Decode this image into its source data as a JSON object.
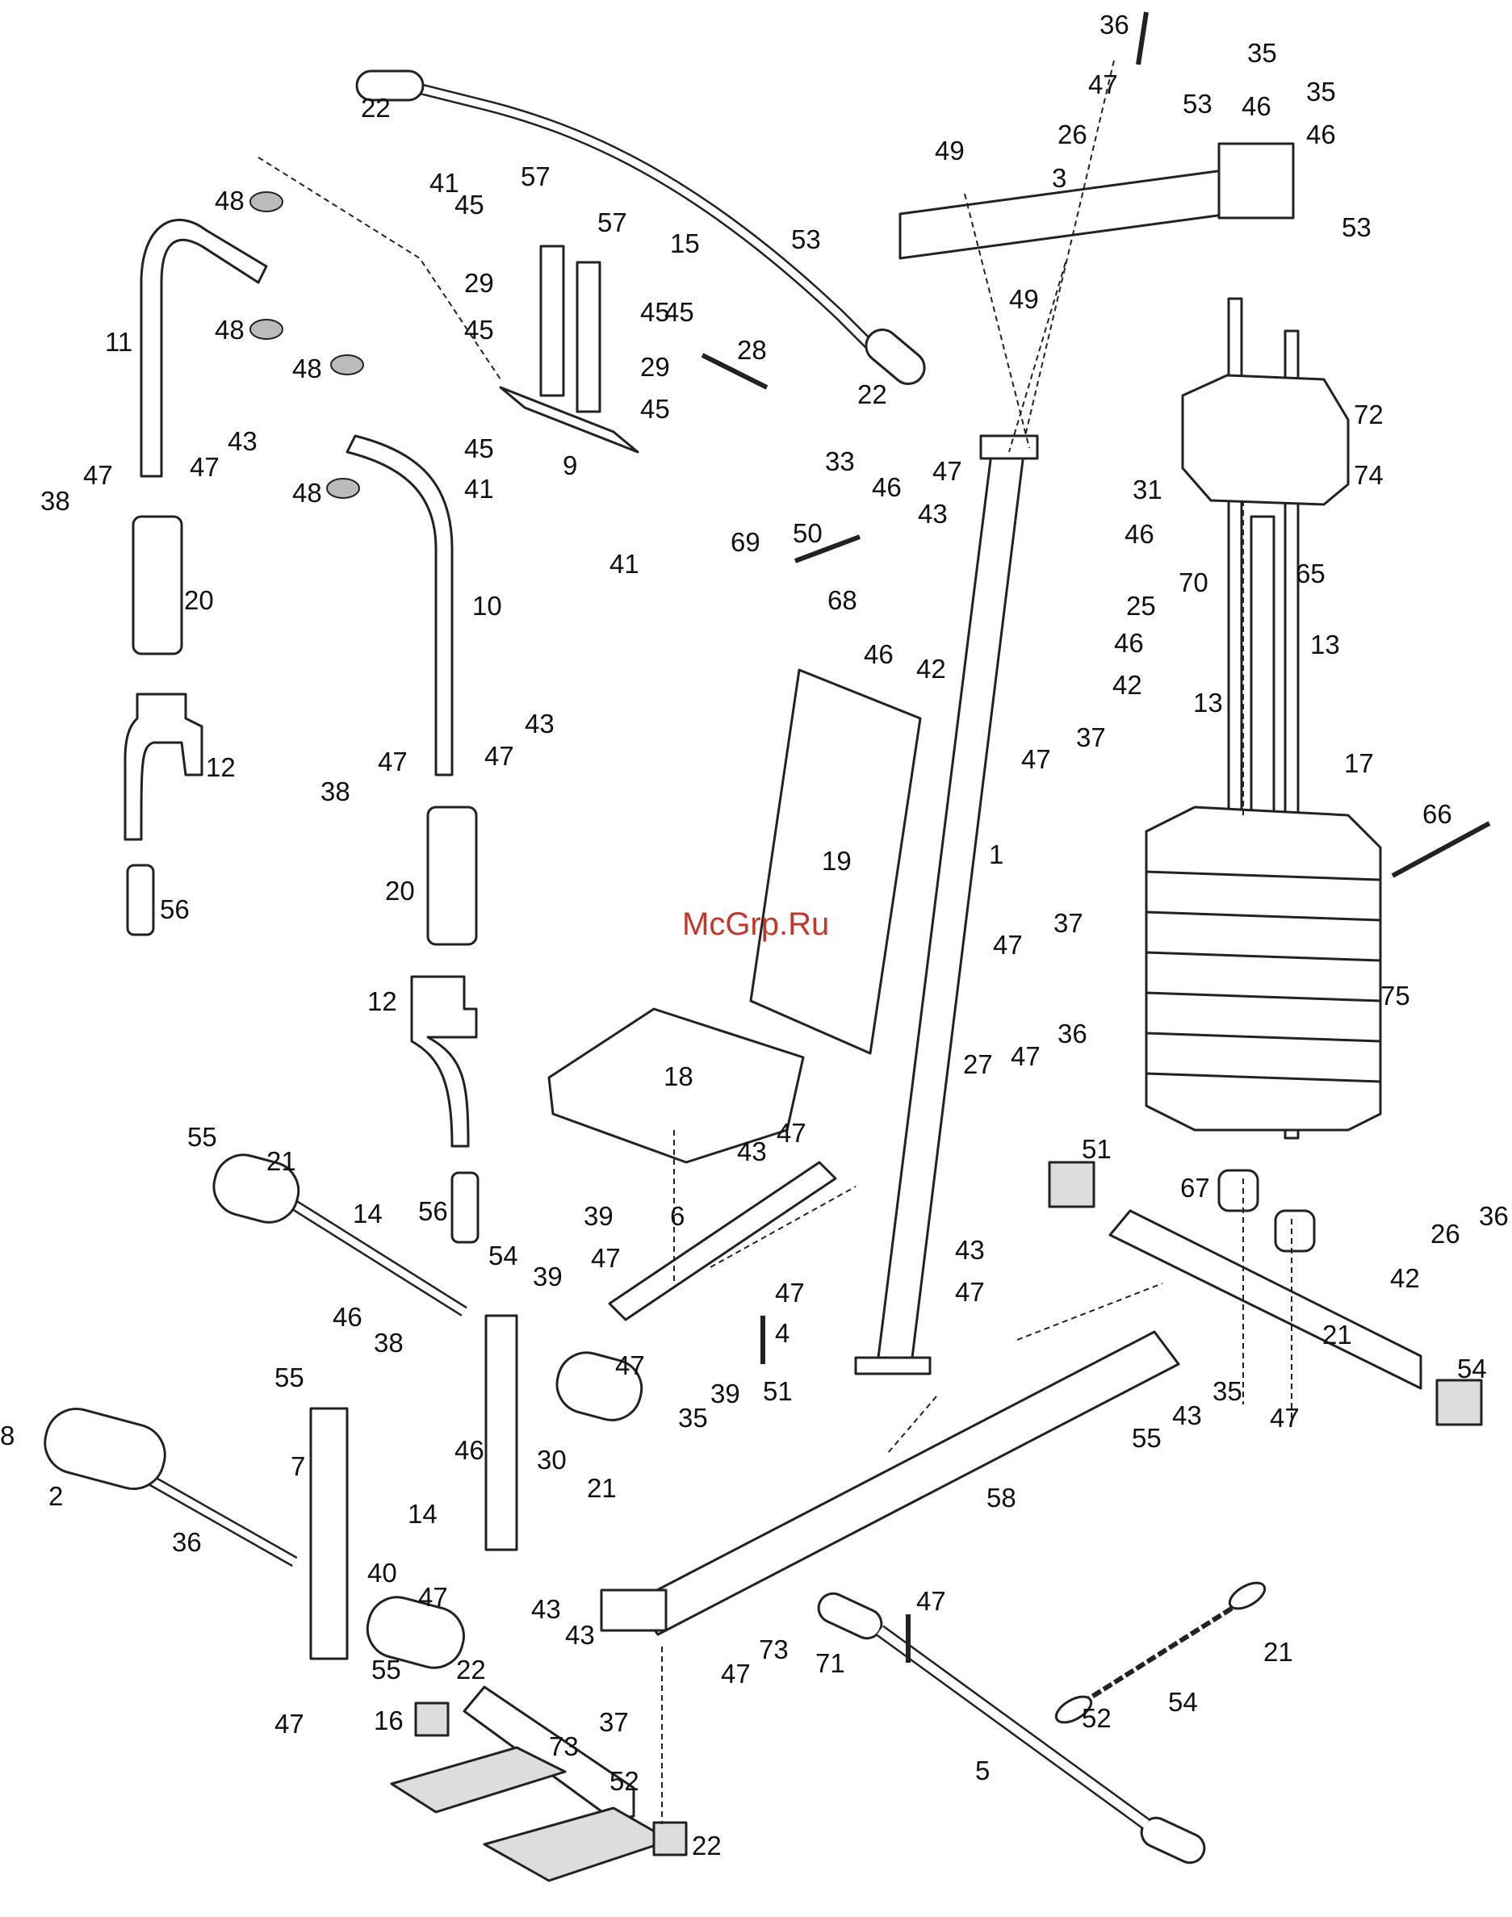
{
  "watermark": "McGrp.Ru",
  "callouts": [
    {
      "n": "36"
    },
    {
      "n": "47"
    },
    {
      "n": "35"
    },
    {
      "n": "35"
    },
    {
      "n": "53"
    },
    {
      "n": "46"
    },
    {
      "n": "46"
    },
    {
      "n": "26"
    },
    {
      "n": "49"
    },
    {
      "n": "3"
    },
    {
      "n": "53"
    },
    {
      "n": "53"
    },
    {
      "n": "49"
    },
    {
      "n": "22"
    },
    {
      "n": "15"
    },
    {
      "n": "22"
    },
    {
      "n": "48"
    },
    {
      "n": "48"
    },
    {
      "n": "11"
    },
    {
      "n": "41"
    },
    {
      "n": "57"
    },
    {
      "n": "45"
    },
    {
      "n": "57"
    },
    {
      "n": "29"
    },
    {
      "n": "45"
    },
    {
      "n": "45"
    },
    {
      "n": "29"
    },
    {
      "n": "28"
    },
    {
      "n": "45"
    },
    {
      "n": "45"
    },
    {
      "n": "9"
    },
    {
      "n": "41"
    },
    {
      "n": "45"
    },
    {
      "n": "41"
    },
    {
      "n": "48"
    },
    {
      "n": "48"
    },
    {
      "n": "43"
    },
    {
      "n": "47"
    },
    {
      "n": "47"
    },
    {
      "n": "38"
    },
    {
      "n": "20"
    },
    {
      "n": "10"
    },
    {
      "n": "12"
    },
    {
      "n": "43"
    },
    {
      "n": "47"
    },
    {
      "n": "47"
    },
    {
      "n": "38"
    },
    {
      "n": "56"
    },
    {
      "n": "20"
    },
    {
      "n": "12"
    },
    {
      "n": "56"
    },
    {
      "n": "72"
    },
    {
      "n": "74"
    },
    {
      "n": "33"
    },
    {
      "n": "46"
    },
    {
      "n": "47"
    },
    {
      "n": "43"
    },
    {
      "n": "31"
    },
    {
      "n": "69"
    },
    {
      "n": "50"
    },
    {
      "n": "46"
    },
    {
      "n": "70"
    },
    {
      "n": "65"
    },
    {
      "n": "68"
    },
    {
      "n": "25"
    },
    {
      "n": "46"
    },
    {
      "n": "46"
    },
    {
      "n": "42"
    },
    {
      "n": "42"
    },
    {
      "n": "13"
    },
    {
      "n": "13"
    },
    {
      "n": "37"
    },
    {
      "n": "47"
    },
    {
      "n": "17"
    },
    {
      "n": "66"
    },
    {
      "n": "19"
    },
    {
      "n": "1"
    },
    {
      "n": "37"
    },
    {
      "n": "47"
    },
    {
      "n": "75"
    },
    {
      "n": "18"
    },
    {
      "n": "36"
    },
    {
      "n": "47"
    },
    {
      "n": "27"
    },
    {
      "n": "43"
    },
    {
      "n": "47"
    },
    {
      "n": "55"
    },
    {
      "n": "21"
    },
    {
      "n": "6"
    },
    {
      "n": "51"
    },
    {
      "n": "39"
    },
    {
      "n": "67"
    },
    {
      "n": "36"
    },
    {
      "n": "14"
    },
    {
      "n": "54"
    },
    {
      "n": "39"
    },
    {
      "n": "47"
    },
    {
      "n": "43"
    },
    {
      "n": "47"
    },
    {
      "n": "47"
    },
    {
      "n": "26"
    },
    {
      "n": "42"
    },
    {
      "n": "46"
    },
    {
      "n": "38"
    },
    {
      "n": "4"
    },
    {
      "n": "21"
    },
    {
      "n": "47"
    },
    {
      "n": "39"
    },
    {
      "n": "51"
    },
    {
      "n": "54"
    },
    {
      "n": "55"
    },
    {
      "n": "35"
    },
    {
      "n": "35"
    },
    {
      "n": "47"
    },
    {
      "n": "43"
    },
    {
      "n": "55"
    },
    {
      "n": "8"
    },
    {
      "n": "7"
    },
    {
      "n": "46"
    },
    {
      "n": "30"
    },
    {
      "n": "21"
    },
    {
      "n": "2"
    },
    {
      "n": "58"
    },
    {
      "n": "14"
    },
    {
      "n": "36"
    },
    {
      "n": "40"
    },
    {
      "n": "47"
    },
    {
      "n": "47"
    },
    {
      "n": "43"
    },
    {
      "n": "43"
    },
    {
      "n": "73"
    },
    {
      "n": "21"
    },
    {
      "n": "55"
    },
    {
      "n": "22"
    },
    {
      "n": "71"
    },
    {
      "n": "54"
    },
    {
      "n": "47"
    },
    {
      "n": "47"
    },
    {
      "n": "37"
    },
    {
      "n": "73"
    },
    {
      "n": "52"
    },
    {
      "n": "16"
    },
    {
      "n": "5"
    },
    {
      "n": "52"
    },
    {
      "n": "22"
    }
  ]
}
